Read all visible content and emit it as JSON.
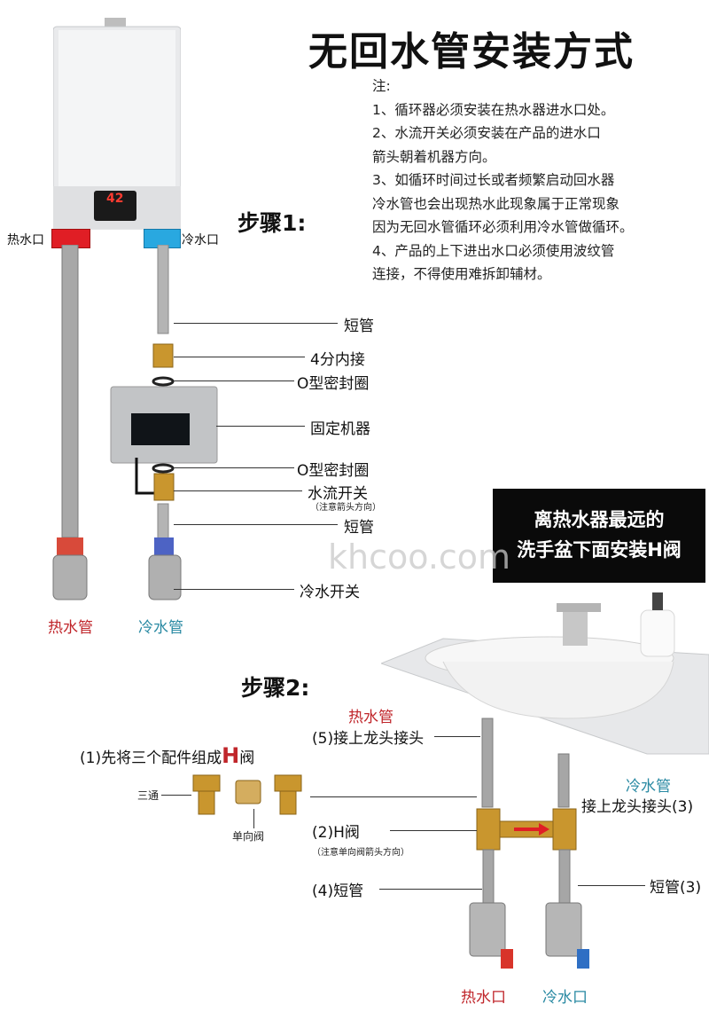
{
  "title": "无回水管安装方式",
  "notes": [
    "注:",
    "1、循环器必须安装在热水器进水口处。",
    "2、水流开关必须安装在产品的进水口",
    "箭头朝着机器方向。",
    "3、如循环时间过长或者频繁启动回水器",
    "冷水管也会出现热水此现象属于正常现象",
    "因为无回水管循环必须利用冷水管做循环。",
    "4、产品的上下进出水口必须使用波纹管",
    "连接，不得使用难拆卸辅材。"
  ],
  "heater": {
    "display": "42",
    "hot_port": "热水口",
    "cold_port": "冷水口"
  },
  "step1": {
    "title": "步骤1:",
    "labels": {
      "short_pipe": "短管",
      "inner_joint": "4分内接",
      "o_ring_1": "O型密封圈",
      "fix_machine": "固定机器",
      "o_ring_2": "O型密封圈",
      "flow_switch": "水流开关",
      "flow_switch_note": "（注意箭头方向）",
      "short_pipe_2": "短管",
      "cold_switch": "冷水开关"
    },
    "hot_pipe": "热水管",
    "cold_pipe": "冷水管"
  },
  "watermark": "khcoo.com",
  "notice": [
    "离热水器最远的",
    "洗手盆下面安装H阀"
  ],
  "step2": {
    "title": "步骤2:",
    "assemble": "(1)先将三个配件组成",
    "assemble_h": "H",
    "assemble_tail": "阀",
    "tee": "三通",
    "check_valve": "单向阀",
    "hot_pipe": "热水管",
    "tap_joint_5": "(5)接上龙头接头",
    "cold_pipe": "冷水管",
    "tap_joint_3": "接上龙头接头(3)",
    "h_valve": "(2)H阀",
    "h_valve_note": "（注意单向阀箭头方向）",
    "short_pipe_4": "(4)短管",
    "short_pipe_3": "短管(3)",
    "hot_outlet": "热水口",
    "cold_outlet": "冷水口"
  },
  "colors": {
    "hot": "#e01e25",
    "cold": "#29a8e0",
    "brass": "#c9962e",
    "steel": "#9a9a9a"
  }
}
